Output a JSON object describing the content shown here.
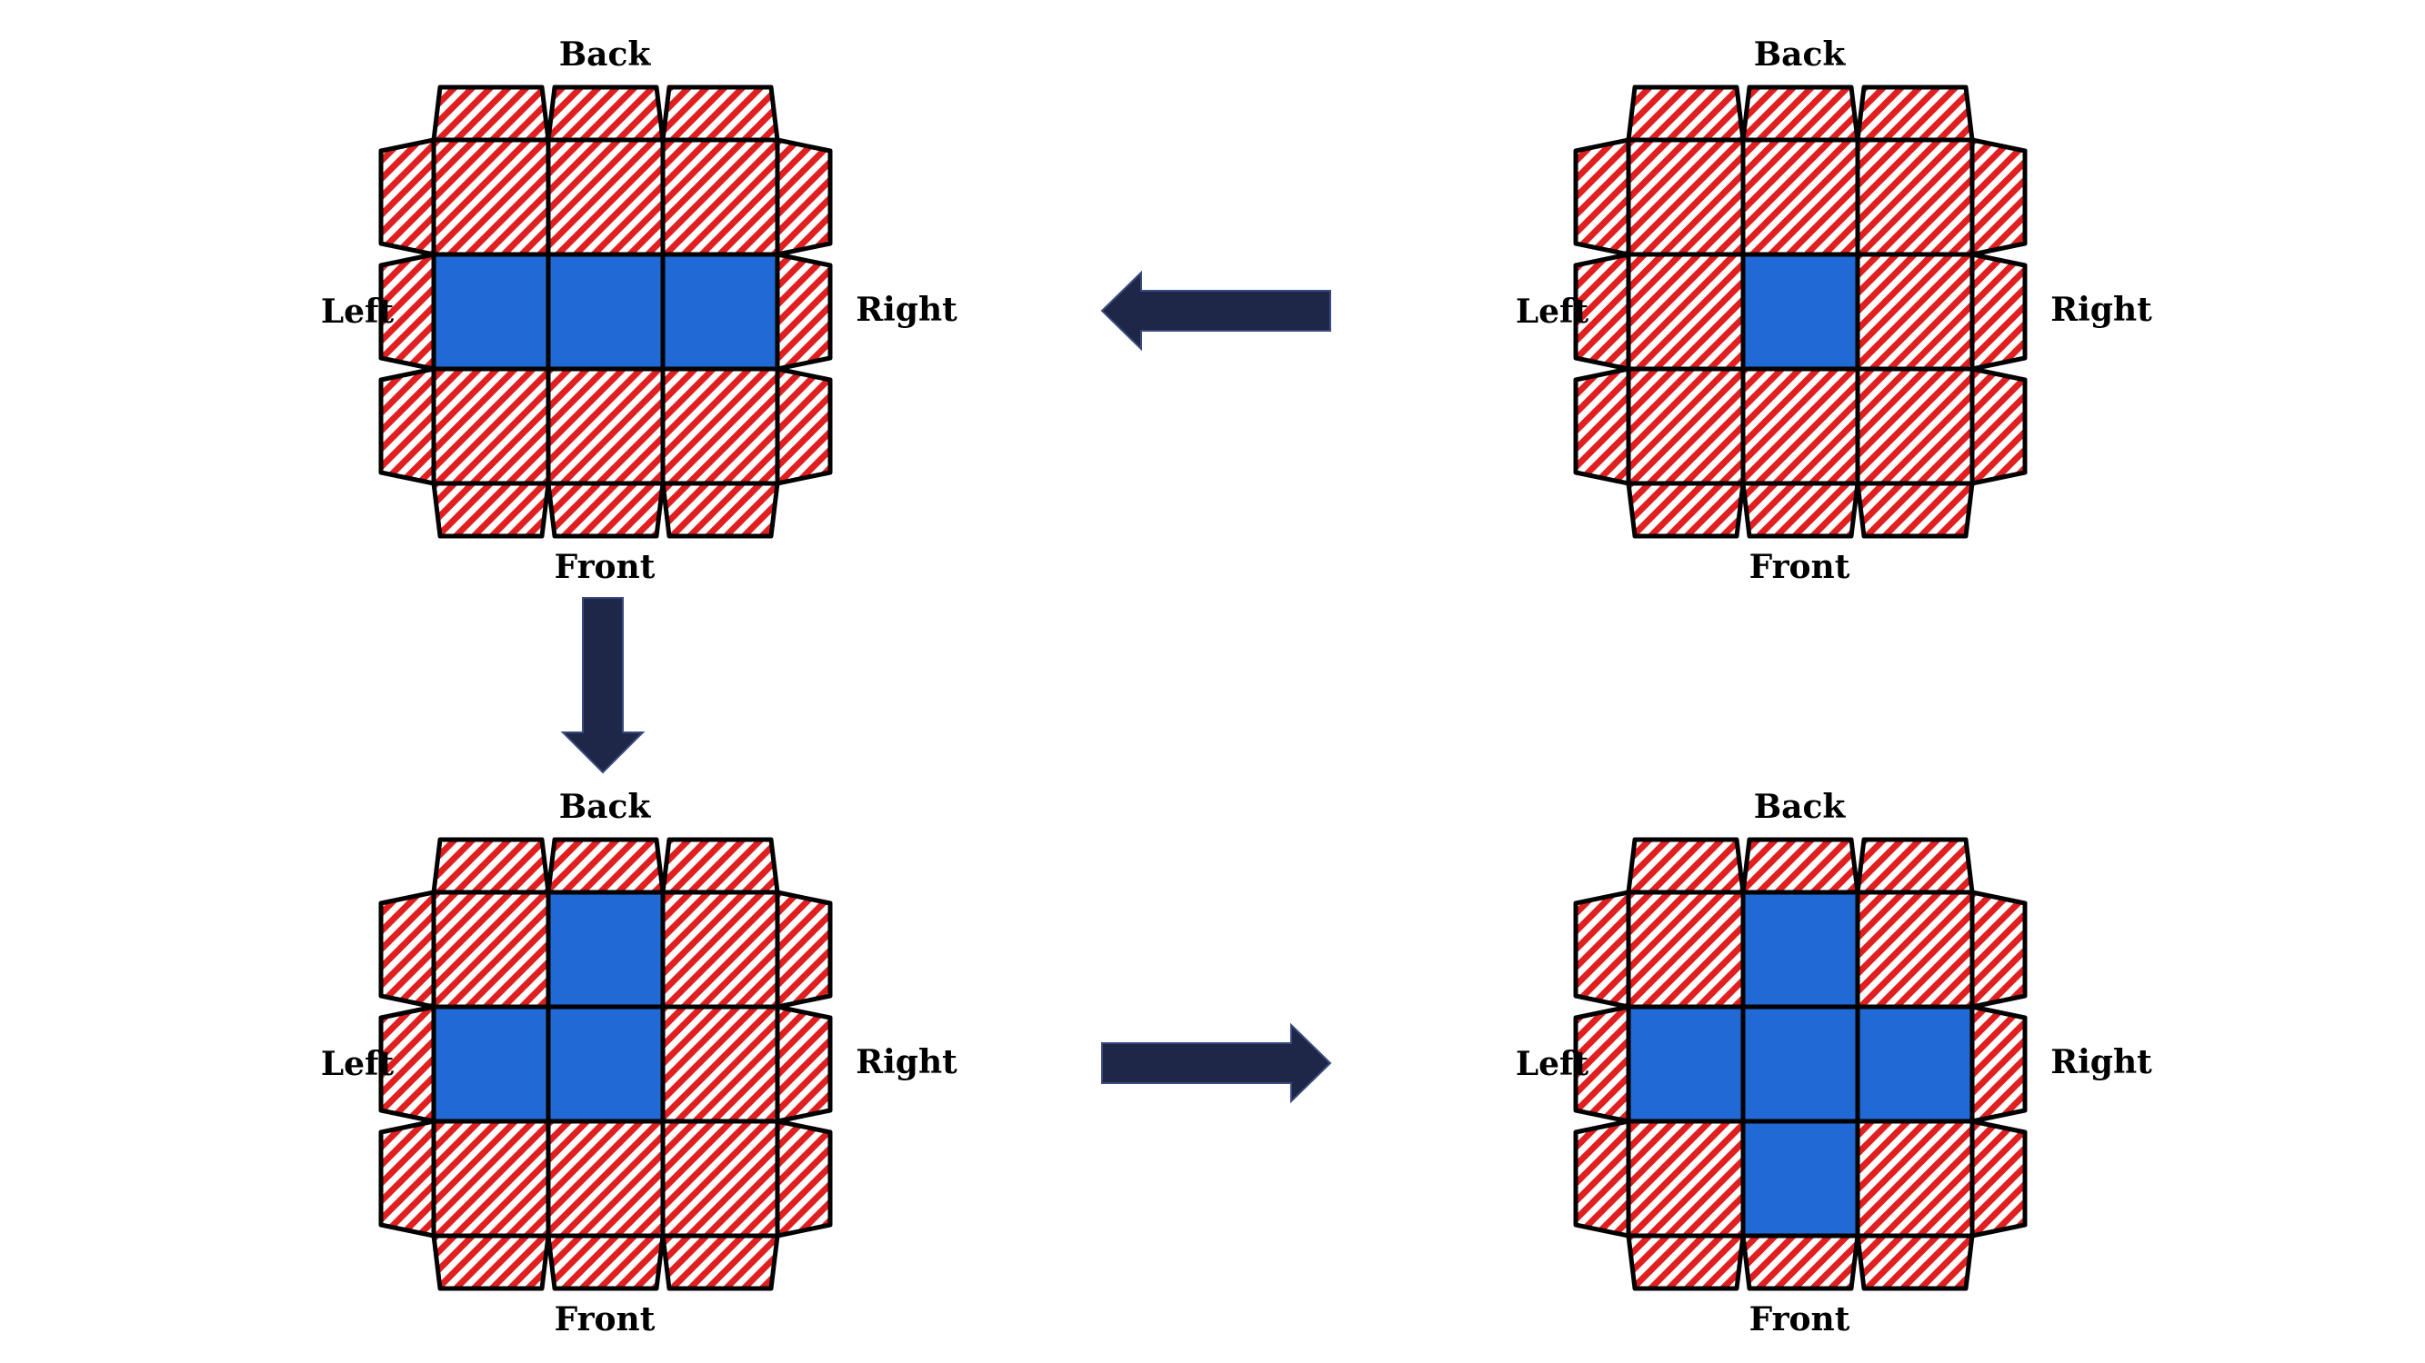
{
  "labels": {
    "back": "Back",
    "front": "Front",
    "left": "Left",
    "right": "Right"
  },
  "colors": {
    "solved": "#2169D4",
    "hatch_stripe": "#E02020",
    "hatch_background": "#FFFFFF",
    "outline": "#000000",
    "arrow": "#1E2747"
  },
  "states": [
    {
      "id": "top-right",
      "solved": [
        4
      ]
    },
    {
      "id": "top-left",
      "solved": [
        3,
        4,
        5
      ]
    },
    {
      "id": "bottom-left",
      "solved": [
        1,
        3,
        4
      ]
    },
    {
      "id": "bottom-right",
      "solved": [
        1,
        3,
        4,
        5,
        7
      ]
    }
  ],
  "arrows": [
    {
      "from": "top-right",
      "to": "top-left",
      "direction": "left"
    },
    {
      "from": "top-left",
      "to": "bottom-left",
      "direction": "down"
    },
    {
      "from": "bottom-left",
      "to": "bottom-right",
      "direction": "right"
    }
  ]
}
